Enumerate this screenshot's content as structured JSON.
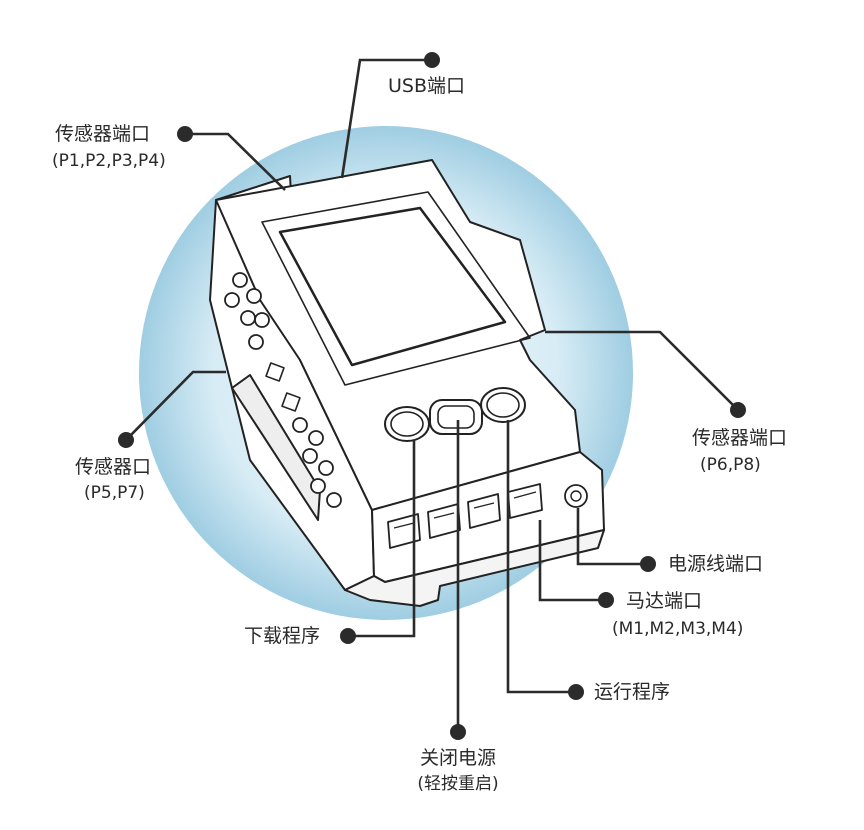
{
  "labels": {
    "usb_port": "USB端口",
    "sensor_port_left": "传感器端口",
    "sensor_port_left_sub": "(P1,P2,P3,P4)",
    "sensor_left_lower": "传感器口",
    "sensor_left_lower_sub": "(P5,P7)",
    "sensor_port_right": "传感器端口",
    "sensor_port_right_sub": "(P6,P8)",
    "power_cable_port": "电源线端口",
    "motor_port": "马达端口",
    "motor_port_sub": "(M1,M2,M3,M4)",
    "download_program": "下载程序",
    "run_program": "运行程序",
    "power_off": "关闭电源",
    "power_off_sub": "(轻按重启)"
  },
  "colors": {
    "circle_fill": "#a9d4e6",
    "circle_center": "#f2f9fc",
    "line": "#2b2b2b",
    "device_stroke": "#222222",
    "device_fill": "#ffffff"
  }
}
